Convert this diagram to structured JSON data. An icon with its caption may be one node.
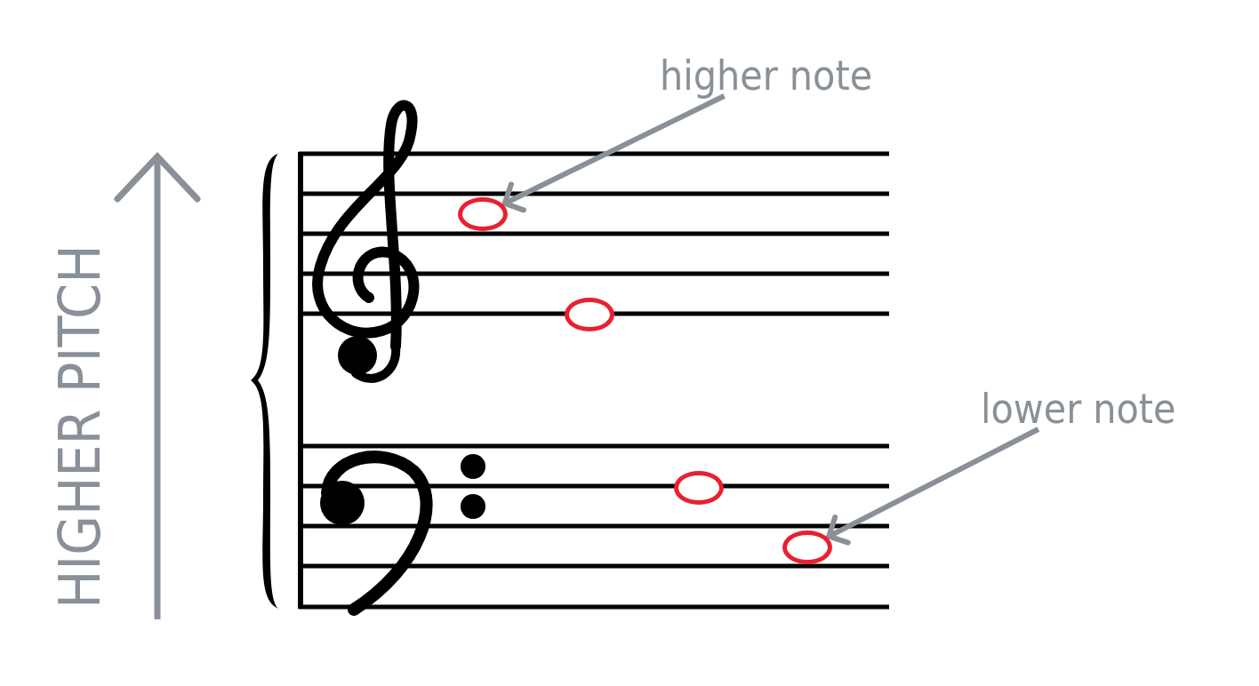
{
  "diagram": {
    "nodes": [
      {
        "text": [
          "higher note"
        ]
      },
      {
        "text": [],
        "shape": "circle"
      },
      {
        "text": [],
        "shape": "circle"
      },
      {
        "text": [],
        "shape": "circle"
      },
      {
        "text": [],
        "shape": "circle"
      },
      {
        "text": [
          "lower note"
        ]
      }
    ],
    "edges": [
      {
        "from": 0,
        "to": 1,
        "arrow": "to"
      },
      {
        "from": 5,
        "to": 4,
        "arrow": "to"
      }
    ],
    "labels": [
      "HIGHER PITCH"
    ]
  }
}
